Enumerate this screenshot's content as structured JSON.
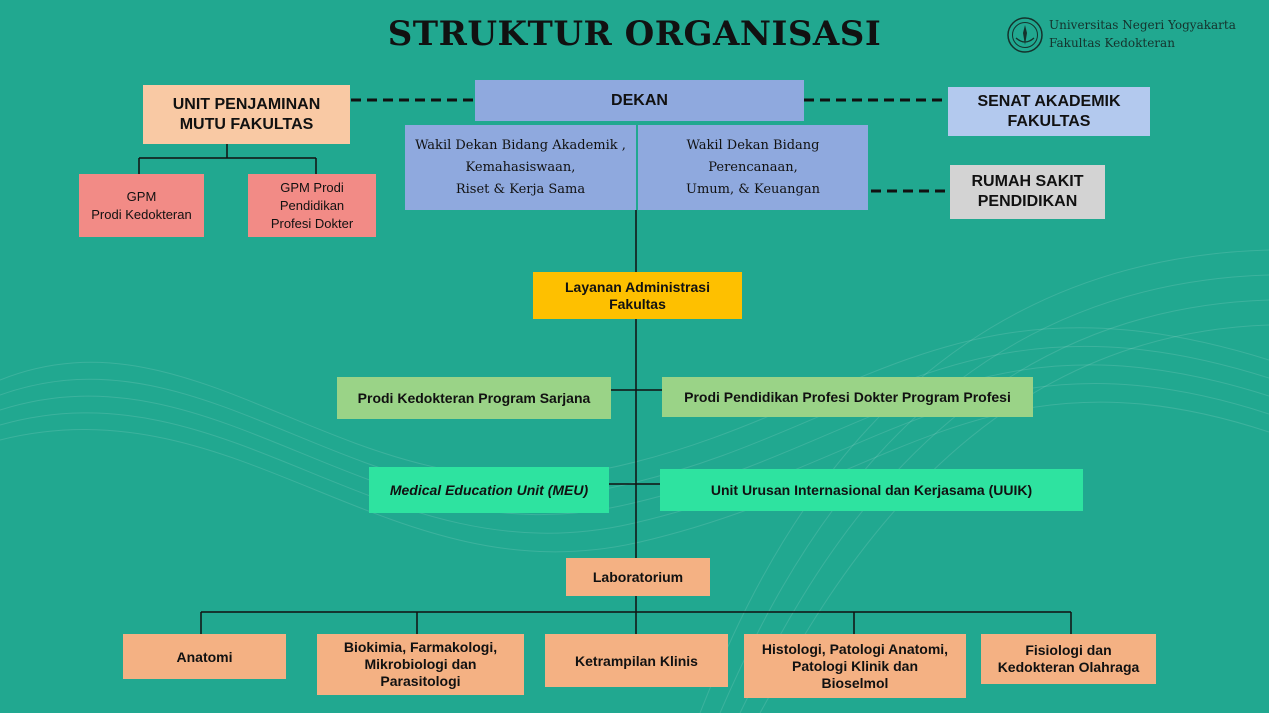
{
  "header": {
    "title": "STRUKTUR ORGANISASI",
    "university": "Universitas Negeri Yogyakarta",
    "faculty": "Fakultas Kedokteran"
  },
  "leadership": {
    "dean": "DEKAN",
    "vice_dean_academic": "Wakil Dekan Bidang Akademik ,\nKemahasiswaan,\nRiset & Kerja Sama",
    "vice_dean_general": "Wakil Dekan Bidang\nPerencanaan,\nUmum, & Keuangan"
  },
  "quality": {
    "unit": "UNIT PENJAMINAN\nMUTU FAKULTAS",
    "gpm_medicine": "GPM\nProdi Kedokteran",
    "gpm_profession": "GPM Prodi\nPendidikan\nProfesi Dokter"
  },
  "external": {
    "senate": "SENAT AKADEMIK\nFAKULTAS",
    "hospital": "RUMAH SAKIT\nPENDIDIKAN"
  },
  "admin": {
    "service": "Layanan Administrasi\nFakultas"
  },
  "programs": {
    "bachelor": "Prodi Kedokteran Program Sarjana",
    "profession": "Prodi Pendidikan Profesi Dokter Program Profesi"
  },
  "units": {
    "meu": "Medical Education Unit (MEU)",
    "uuik": "Unit Urusan Internasional dan Kerjasama (UUIK)"
  },
  "laboratory": {
    "label": "Laboratorium",
    "items": [
      "Anatomi",
      "Biokimia, Farmakologi,\nMikrobiologi dan\nParasitologi",
      "Ketrampilan Klinis",
      "Histologi, Patologi Anatomi,\nPatologi Klinik dan\nBioselmol",
      "Fisiologi dan\nKedokteran Olahraga"
    ]
  },
  "colors": {
    "background": "#21a890",
    "dean": "#8fa9de",
    "quality": "#f9c9a4",
    "gpm": "#f28b86",
    "admin": "#fec000",
    "programs": "#9ad387",
    "units": "#2ee3a0",
    "labs": "#f4b183"
  }
}
